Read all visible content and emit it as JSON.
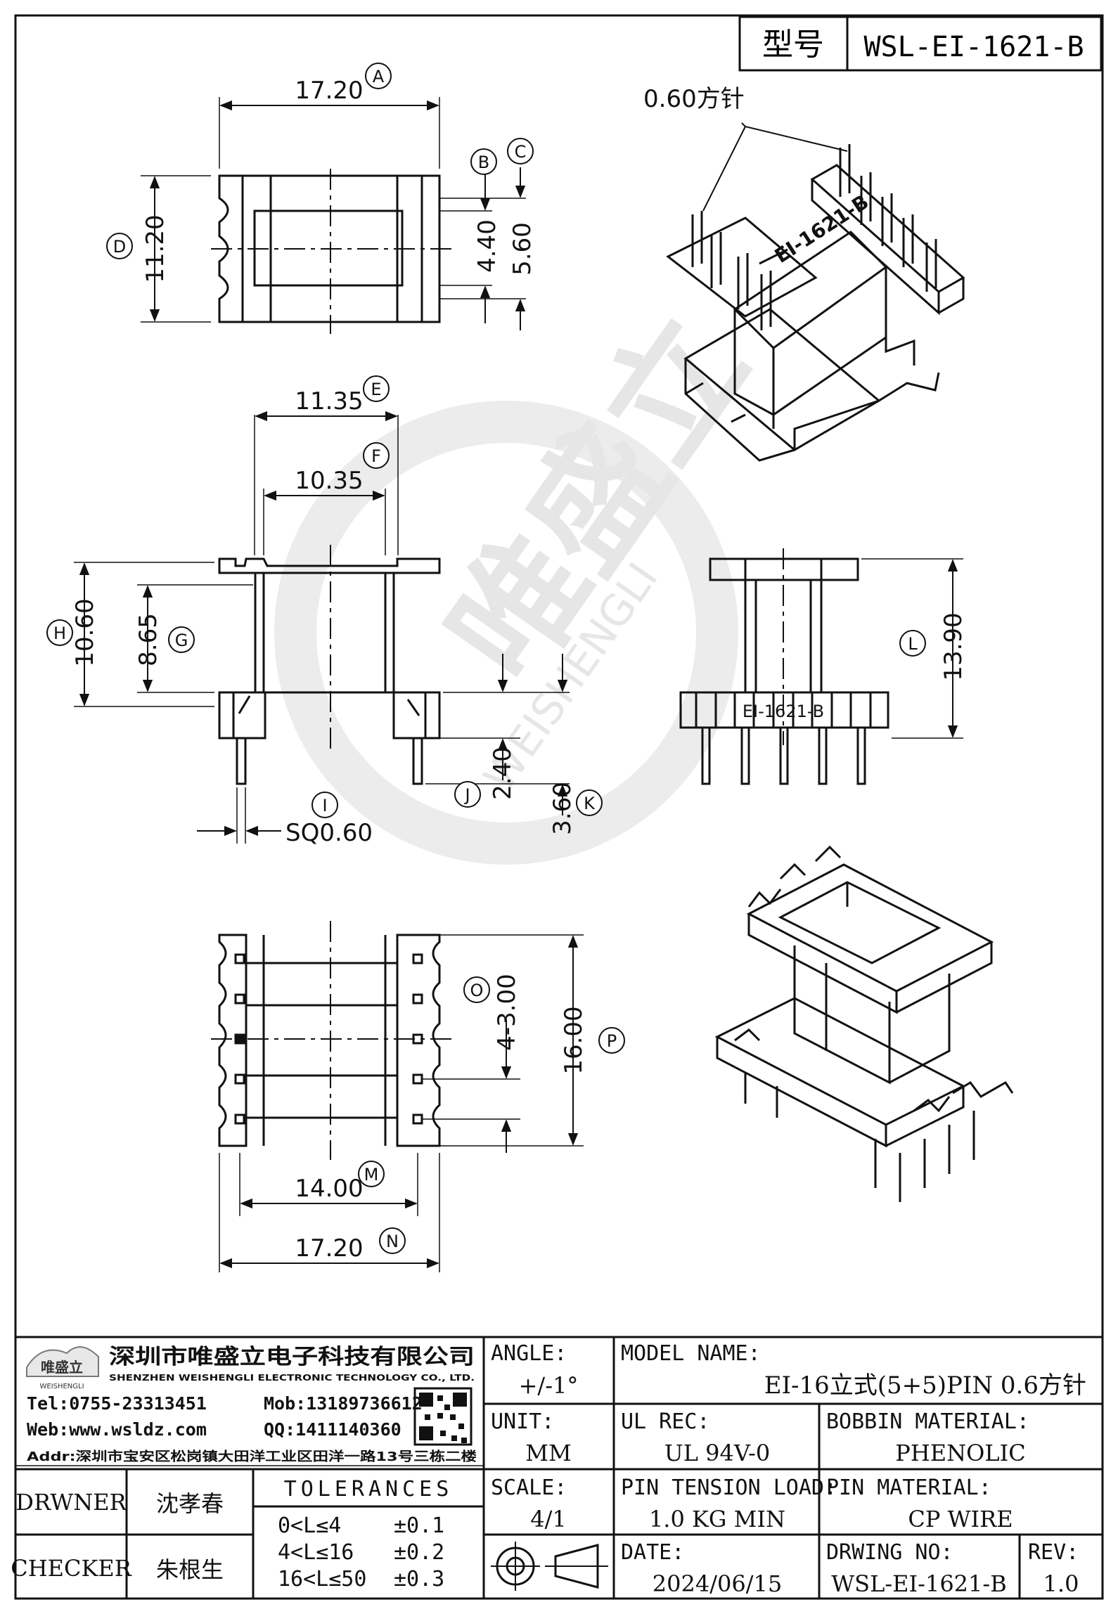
{
  "title_block": {
    "model_label": "型号",
    "model_value": "WSL-EI-1621-B",
    "pin_callout": "0.60方针"
  },
  "dimensions": {
    "A": "17.20",
    "B": "4.40",
    "C": "5.60",
    "D": "11.20",
    "E": "11.35",
    "F": "10.35",
    "G": "8.65",
    "H": "10.60",
    "I": "SQ0.60",
    "J": "2.40",
    "K": "3.60",
    "L": "13.90",
    "M": "14.00",
    "N": "17.20",
    "O": "4-3.00",
    "P": "16.00"
  },
  "markers": [
    "A",
    "B",
    "C",
    "D",
    "E",
    "F",
    "G",
    "H",
    "I",
    "J",
    "K",
    "L",
    "M",
    "N",
    "O",
    "P"
  ],
  "part_marking": "EI-1621-B",
  "watermark": {
    "cn": "唯盛立",
    "en": "WEISHENGLI"
  },
  "company": {
    "name_cn": "深圳市唯盛立电子科技有限公司",
    "name_en": "SHENZHEN WEISHENGLI ELECTRONIC TECHNOLOGY CO., LTD.",
    "logo_cn": "唯盛立",
    "logo_en": "WEISHENGLI",
    "tel": "Tel:0755-23313451",
    "mob": "Mob:13189736612",
    "web": "Web:www.wsldz.com",
    "qq": "QQ:1411140360",
    "addr": "Addr:深圳市宝安区松岗镇大田洋工业区田洋一路13号三栋二楼"
  },
  "table": {
    "angle_label": "ANGLE:",
    "angle_value": "+/-1°",
    "model_name_label": "MODEL NAME:",
    "model_name_value": "EI-16立式(5+5)PIN 0.6方针",
    "unit_label": "UNIT:",
    "unit_value": "MM",
    "ul_label": "UL REC:",
    "ul_value": "UL 94V-0",
    "bobbin_label": "BOBBIN MATERIAL:",
    "bobbin_value": "PHENOLIC",
    "scale_label": "SCALE:",
    "scale_value": "4/1",
    "pin_tension_label": "PIN TENSION LOAD:",
    "pin_tension_value": "1.0 KG MIN",
    "pin_material_label": "PIN MATERIAL:",
    "pin_material_value": "CP WIRE",
    "date_label": "DATE:",
    "date_value": "2024/06/15",
    "drwing_label": "DRWING NO:",
    "drwing_value": "WSL-EI-1621-B",
    "rev_label": "REV:",
    "rev_value": "1.0",
    "drawer_label": "DRWNER",
    "drawer_value": "沈孝春",
    "checker_label": "CHECKER",
    "checker_value": "朱根生",
    "tolerances_label": "TOLERANCES",
    "tol_rows": [
      {
        "range": "0<L≤4",
        "value": "±0.1"
      },
      {
        "range": "4<L≤16",
        "value": "±0.2"
      },
      {
        "range": "16<L≤50",
        "value": "±0.3"
      }
    ]
  }
}
